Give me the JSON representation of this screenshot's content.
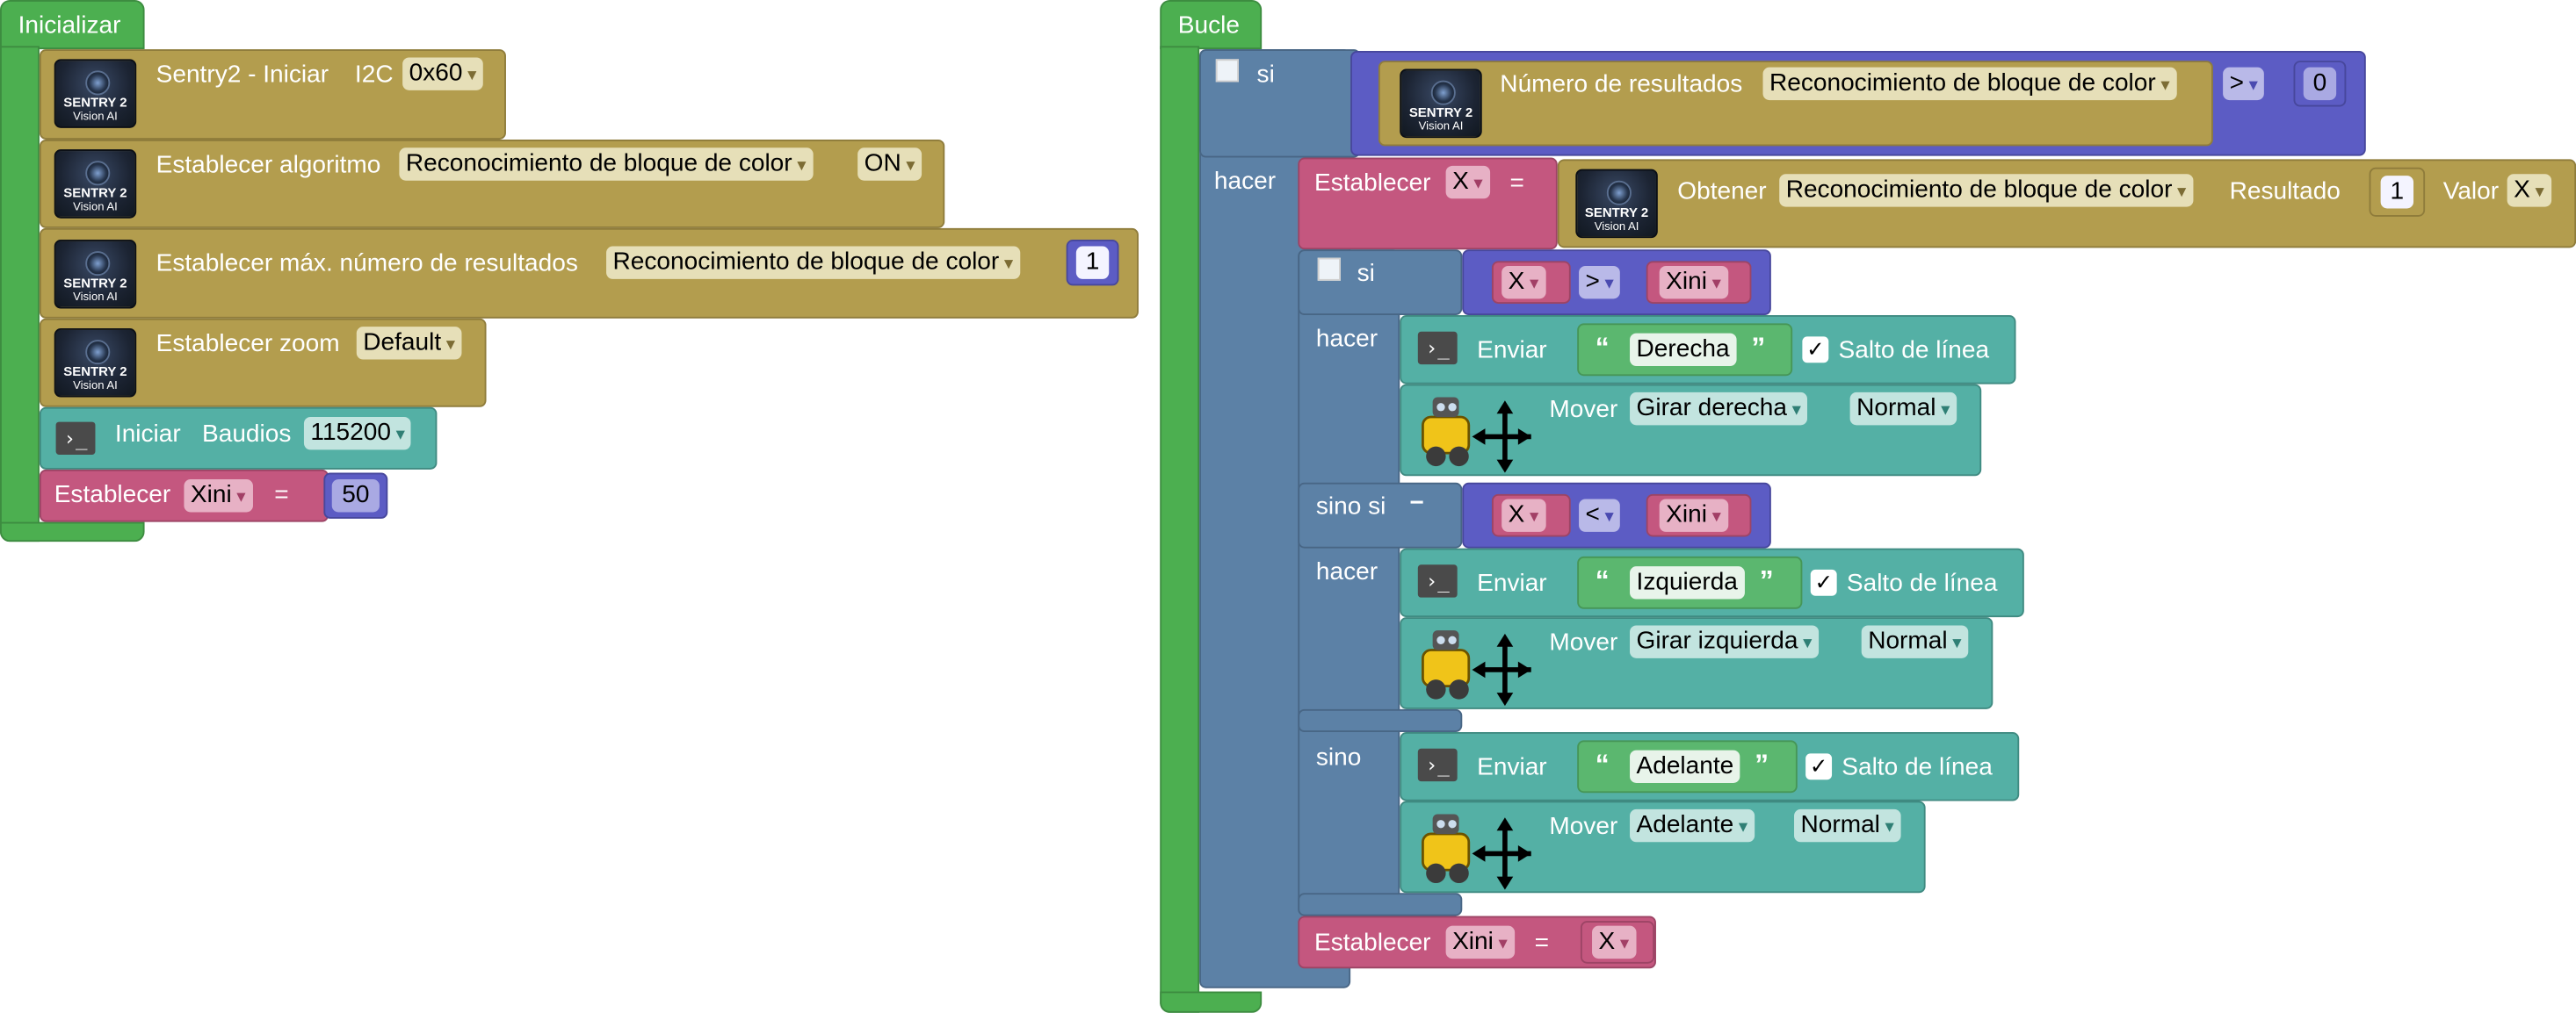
{
  "init": {
    "hat": "Inicializar",
    "sentry_begin": {
      "label": "Sentry2 - Iniciar",
      "bus_label": "I2C",
      "address": "0x60"
    },
    "set_algorithm": {
      "label": "Establecer algoritmo",
      "algorithm": "Reconocimiento de bloque de color",
      "state": "ON"
    },
    "set_max_results": {
      "label": "Establecer máx. número de resultados",
      "algorithm": "Reconocimiento de bloque de color",
      "value": "1"
    },
    "set_zoom": {
      "label": "Establecer zoom",
      "zoom": "Default"
    },
    "serial_begin": {
      "label": "Iniciar",
      "baud_label": "Baudios",
      "baud": "115200"
    },
    "set_var": {
      "label": "Establecer",
      "var": "Xini",
      "eq": "=",
      "value": "50"
    }
  },
  "loop": {
    "hat": "Bucle",
    "if_label": "si",
    "do_label": "hacer",
    "condition": {
      "label": "Número de resultados",
      "algorithm": "Reconocimiento de bloque de color",
      "op": ">",
      "value": "0"
    },
    "set_x": {
      "label": "Establecer",
      "var": "X",
      "eq": "=",
      "get_label": "Obtener",
      "algorithm": "Reconocimiento de bloque de color",
      "result_label": "Resultado",
      "result_index": "1",
      "value_label": "Valor",
      "value_field": "X"
    },
    "inner_if": {
      "if_label": "si",
      "cond1": {
        "left": "X",
        "op": ">",
        "right": "Xini"
      },
      "do1": "hacer",
      "send1": {
        "label": "Enviar",
        "text": "Derecha",
        "newline": "Salto de línea"
      },
      "move1": {
        "label": "Mover",
        "dir": "Girar derecha",
        "speed": "Normal"
      },
      "elseif_label": "sino si",
      "minus": "−",
      "cond2": {
        "left": "X",
        "op": "<",
        "right": "Xini"
      },
      "do2": "hacer",
      "send2": {
        "label": "Enviar",
        "text": "Izquierda",
        "newline": "Salto de línea"
      },
      "move2": {
        "label": "Mover",
        "dir": "Girar izquierda",
        "speed": "Normal"
      },
      "else_label": "sino",
      "send3": {
        "label": "Enviar",
        "text": "Adelante",
        "newline": "Salto de línea"
      },
      "move3": {
        "label": "Mover",
        "dir": "Adelante",
        "speed": "Normal"
      }
    },
    "set_xini": {
      "label": "Establecer",
      "var": "Xini",
      "eq": "=",
      "value": "X"
    }
  },
  "icons": {
    "sentry_logo_text": "SENTRY 2",
    "sentry_logo_sub": "Vision AI",
    "terminal": "›_",
    "check": "✓",
    "dropdown": "▾",
    "quote_open": "“",
    "quote_close": "”"
  },
  "colors": {
    "event": "#4caf50",
    "sentry": "#b39d4e",
    "serial": "#54b0a5",
    "variable": "#c4577f",
    "logic": "#5c81a6",
    "math": "#5c5cc4"
  }
}
